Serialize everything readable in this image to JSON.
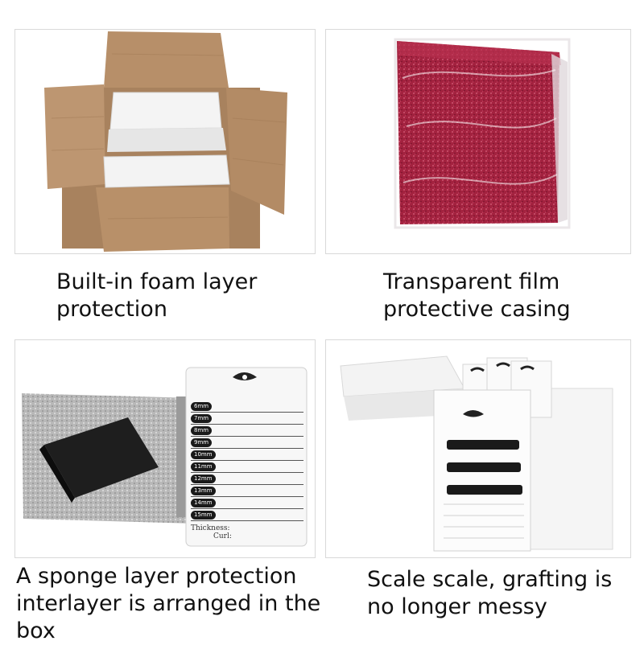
{
  "panels": [
    {
      "id": "foam",
      "caption": [
        "Built-in foam layer",
        "protection"
      ]
    },
    {
      "id": "film",
      "caption": [
        "Transparent film",
        "protective casing"
      ]
    },
    {
      "id": "sponge",
      "caption": [
        "A sponge layer protection",
        "interlayer is arranged in the",
        "box"
      ],
      "tile_sizes": [
        "6mm",
        "7mm",
        "8mm",
        "9mm",
        "10mm",
        "11mm",
        "12mm",
        "13mm",
        "14mm",
        "15mm"
      ],
      "tile_thickness": "Thickness:",
      "tile_curl": "Curl:"
    },
    {
      "id": "scale",
      "caption": [
        "Scale scale, grafting is",
        "no longer messy"
      ]
    }
  ],
  "colors": {
    "cardboard": "#b48c66",
    "foam": "#f2f2f2",
    "glitter_red": "#a0203f",
    "glitter_silver": "#b8b8b8",
    "sponge": "#1e1e1e"
  }
}
